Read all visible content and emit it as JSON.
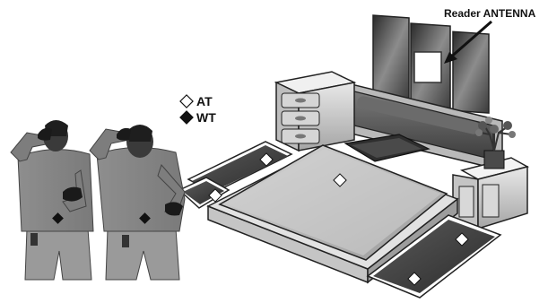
{
  "antenna_label": "Reader ANTENNA",
  "legend": [
    {
      "symbol": "white-diamond",
      "text": "AT"
    },
    {
      "symbol": "black-diamond",
      "text": "WT"
    }
  ],
  "colors": {
    "ink": "#111111",
    "dark_gray": "#3a3a3a",
    "mid_gray": "#8a8a8a",
    "light_gray": "#c9c9c9",
    "white": "#ffffff"
  }
}
